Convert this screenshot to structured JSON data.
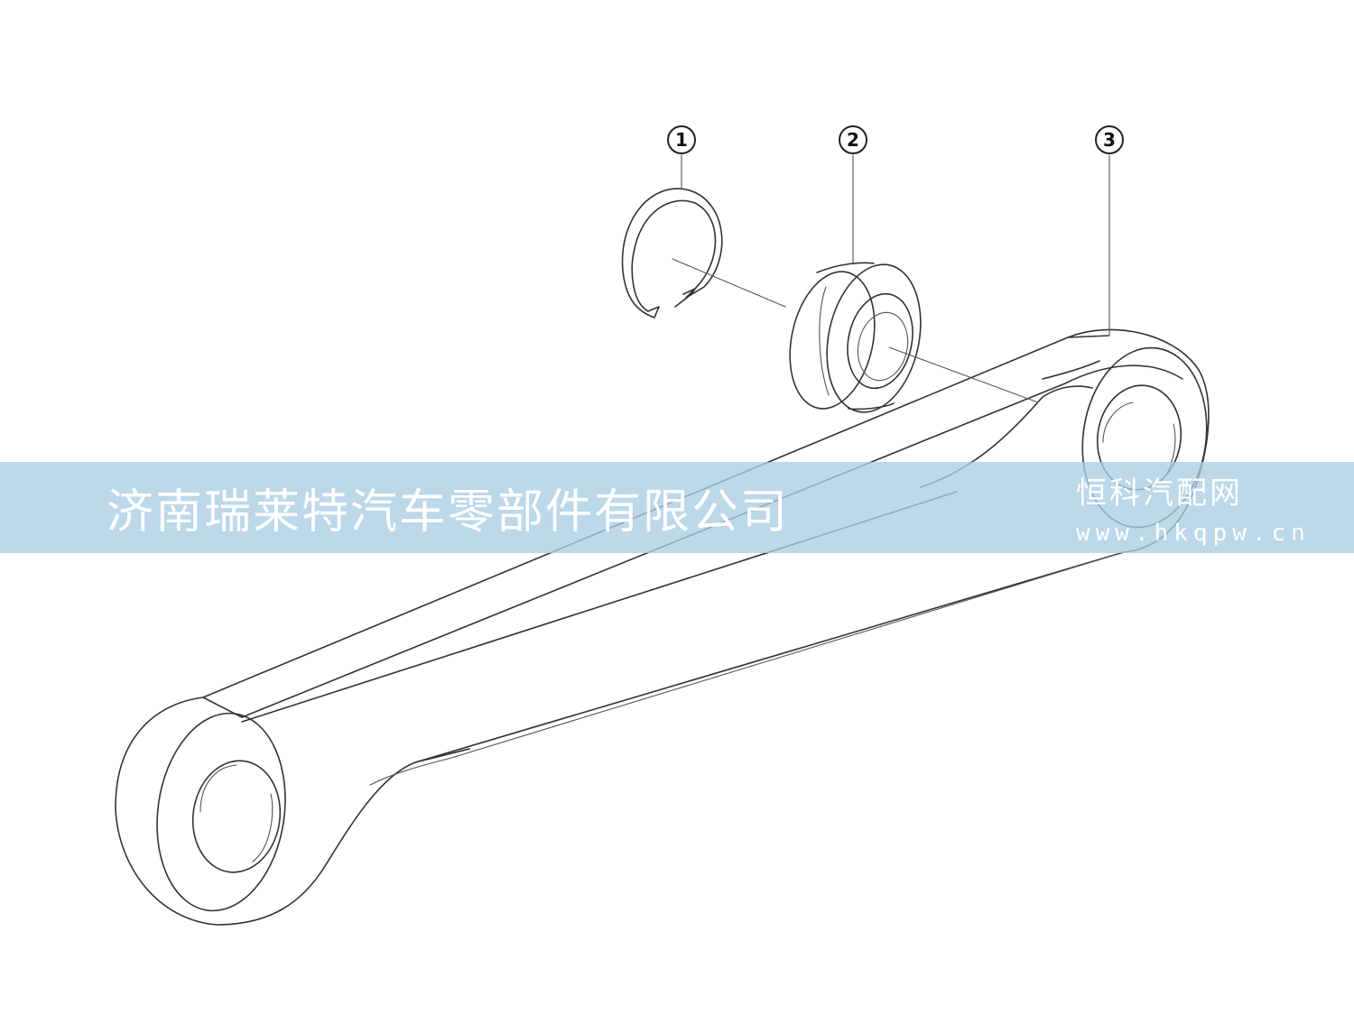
{
  "diagram": {
    "callouts": [
      {
        "label": "1",
        "part": "retaining-ring"
      },
      {
        "label": "2",
        "part": "bushing"
      },
      {
        "label": "3",
        "part": "link-arm"
      }
    ]
  },
  "watermark": {
    "company": "济南瑞莱特汽车零部件有限公司",
    "site_name": "恒科汽配网",
    "site_url": "www.hkqpw.cn",
    "band_color": "#a9cde3"
  }
}
